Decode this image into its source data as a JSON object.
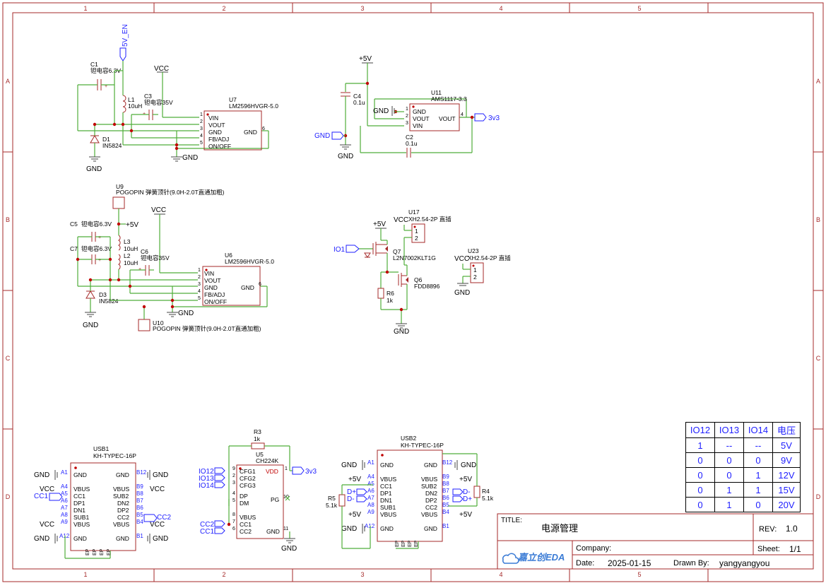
{
  "frame": {
    "columns": [
      "1",
      "2",
      "3",
      "4",
      "5",
      "1",
      "2",
      "3",
      "4",
      "5"
    ],
    "rows": [
      "A",
      "B",
      "C",
      "D",
      "A",
      "B",
      "C",
      "D"
    ]
  },
  "colors": {
    "wire": "#4fae3a",
    "component": "#a52a2a",
    "net_text": "#1f1fff",
    "frame": "#a52a2a"
  },
  "block1": {
    "net_5v_en": "5V_EN",
    "vcc": "VCC",
    "c1_ref": "C1",
    "c1_val": "钽电容6.3V",
    "l1_ref": "L1",
    "l1_val": "10uH",
    "c3_ref": "C3",
    "c3_val": "钽电容35V",
    "d1_ref": "D1",
    "d1_val": "IN5824",
    "u7_ref": "U7",
    "u7_val": "LM2596HVGR-5.0",
    "u7_pins": [
      "VIN",
      "VOUT",
      "GND",
      "FB/ADJ",
      "ON/OFF"
    ],
    "u7_gnd": "GND",
    "u7_pin6": "6",
    "u7_pin_nums": [
      "1",
      "2",
      "3",
      "4",
      "5"
    ],
    "gnd_a": "GND",
    "gnd_b": "GND"
  },
  "block2": {
    "v5": "+5V",
    "c4_ref": "C4",
    "c4_val": "0.1u",
    "u11_ref": "U11",
    "u11_val": "AMS1117-3.3",
    "u11_pins": [
      "GND",
      "VOUT",
      "VIN"
    ],
    "u11_vout": "VOUT",
    "u11_pin4": "4",
    "u11_pin_nums": [
      "1",
      "2",
      "3"
    ],
    "net_gnd_left": "GND",
    "net_gnd_flag": "GND",
    "net_3v3": "3v3",
    "c2_ref": "C2",
    "c2_val": "0.1u",
    "gnd": "GND"
  },
  "block3": {
    "u9_ref": "U9",
    "u9_val": "POGOPIN 弹簧顶针(9.0H-2.0T直通加粗)",
    "v5": "+5V",
    "vcc": "VCC",
    "c5_ref": "C5",
    "c5_val": "钽电容6.3V",
    "c7_ref": "C7",
    "c7_val": "钽电容6.3V",
    "l3_ref": "L3",
    "l3_val": "10uH",
    "l2_ref": "L2",
    "l2_val": "10uH",
    "c6_ref": "C6",
    "c6_val": "钽电容35V",
    "d3_ref": "D3",
    "d3_val": "IN5824",
    "u6_ref": "U6",
    "u6_val": "LM2596HVGR-5.0",
    "u6_pins": [
      "VIN",
      "VOUT",
      "GND",
      "FB/ADJ",
      "ON/OFF"
    ],
    "u6_gnd": "GND",
    "u6_pin6": "6",
    "u6_pin_nums": [
      "1",
      "2",
      "3",
      "4",
      "5"
    ],
    "u10_ref": "U10",
    "u10_val": "POGOPIN 弹簧顶针(9.0H-2.0T直通加粗)",
    "gnd_a": "GND",
    "gnd_b": "GND"
  },
  "block4": {
    "v5": "+5V",
    "vcc1": "VCC",
    "vcc2": "VCC",
    "u17_ref": "U17",
    "u17_val": "XH2.54-2P 直插",
    "u23_ref": "U23",
    "u23_val": "XH2.54-2P 直插",
    "io1": "IO1",
    "q7_ref": "Q7",
    "q7_val": "L2N7002KLT1G",
    "q6_ref": "Q6",
    "q6_val": "FDD8896",
    "r6_ref": "R6",
    "r6_val": "1k",
    "gnd_a": "GND",
    "gnd_b": "GND",
    "pin1": "1",
    "pin2": "2"
  },
  "usb1": {
    "ref": "USB1",
    "val": "KH-TYPEC-16P",
    "left_pins": [
      "GND",
      "VBUS",
      "CC1",
      "DP1",
      "DN1",
      "SUB1",
      "VBUS",
      "GND"
    ],
    "right_pins": [
      "GND",
      "VBUS",
      "SUB2",
      "DN2",
      "DP2",
      "CC2",
      "VBUS",
      "GND"
    ],
    "left_nums": [
      "A1",
      "A4",
      "A5",
      "A6",
      "A7",
      "A8",
      "A9",
      "A12"
    ],
    "right_nums": [
      "B12",
      "B9",
      "B8",
      "B7",
      "B6",
      "B5",
      "B4",
      "B1"
    ],
    "nets": [
      "GND",
      "VCC",
      "CC1",
      "VCC",
      "GND",
      "GND",
      "VCC",
      "CC2",
      "VCC",
      "GND"
    ],
    "ep": "EP"
  },
  "u5": {
    "r3_ref": "R3",
    "r3_val": "1k",
    "ref": "U5",
    "val": "CH224K",
    "left_pins": [
      "CFG1",
      "CFG2",
      "CFG3",
      "DP",
      "DM",
      "VBUS",
      "CC1",
      "CC2"
    ],
    "left_nums": [
      "9",
      "2",
      "3",
      "4",
      "5",
      "8",
      "7",
      "6"
    ],
    "right_pins": [
      "VDD",
      "PG",
      "GND"
    ],
    "right_nums": [
      "1",
      "10",
      "11"
    ],
    "nets_in": [
      "IO12",
      "IO13",
      "IO14",
      "CC2",
      "CC1"
    ],
    "net_3v3": "3v3",
    "gnd": "GND"
  },
  "usb2": {
    "ref": "USB2",
    "val": "KH-TYPEC-16P",
    "left_pins": [
      "GND",
      "VBUS",
      "CC1",
      "DP1",
      "DN1",
      "SUB1",
      "VBUS",
      "GND"
    ],
    "right_pins": [
      "GND",
      "VBUS",
      "SUB2",
      "DN2",
      "DP2",
      "CC2",
      "VBUS",
      "GND"
    ],
    "left_nums": [
      "A1",
      "A4",
      "A5",
      "A6",
      "A7",
      "A8",
      "A9",
      "A12"
    ],
    "right_nums": [
      "B12",
      "B9",
      "B8",
      "B7",
      "B6",
      "B5",
      "B4",
      "B1"
    ],
    "nets_left": [
      "GND",
      "+5V",
      "D+",
      "D-",
      "+5V",
      "GND"
    ],
    "nets_right": [
      "GND",
      "+5V",
      "D-",
      "D+",
      "+5V"
    ],
    "r5_ref": "R5",
    "r5_val": "5.1k",
    "r4_ref": "R4",
    "r4_val": "5.1k",
    "ep": "EP"
  },
  "table": {
    "headers": [
      "IO12",
      "IO13",
      "IO14",
      "电压"
    ],
    "rows": [
      [
        "1",
        "--",
        "--",
        "5V"
      ],
      [
        "0",
        "0",
        "0",
        "9V"
      ],
      [
        "0",
        "0",
        "1",
        "12V"
      ],
      [
        "0",
        "1",
        "1",
        "15V"
      ],
      [
        "0",
        "1",
        "0",
        "20V"
      ]
    ]
  },
  "titleblock": {
    "title_label": "TITLE:",
    "title": "电源管理",
    "rev_label": "REV:",
    "rev": "1.0",
    "company_label": "Company:",
    "sheet_label": "Sheet:",
    "sheet": "1/1",
    "date_label": "Date:",
    "date": "2025-01-15",
    "drawn_label": "Drawn By:",
    "drawn": "yangyangyou",
    "logo_text": "嘉立创EDA"
  }
}
